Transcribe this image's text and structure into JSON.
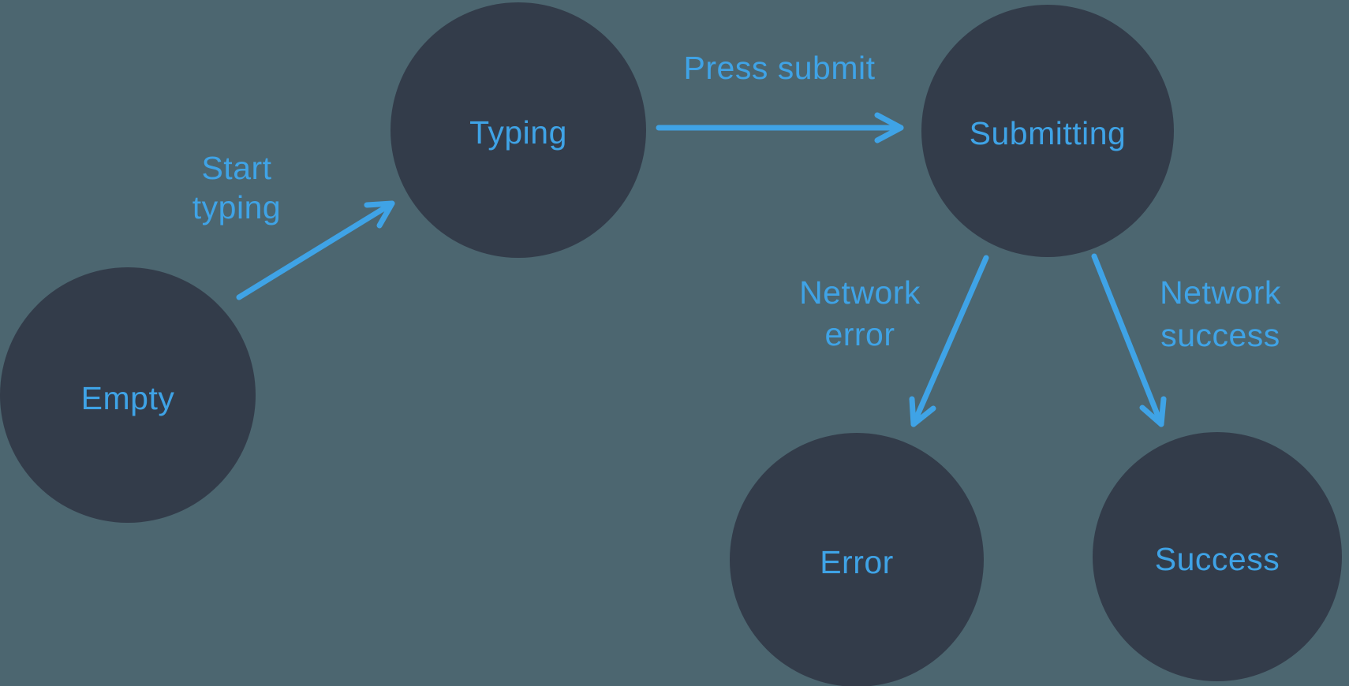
{
  "colors": {
    "background": "#4C6670",
    "node_fill": "#333C4A",
    "accent": "#3FA3E6"
  },
  "diagram_type": "state-machine",
  "nodes": [
    {
      "id": "empty",
      "label": "Empty"
    },
    {
      "id": "typing",
      "label": "Typing"
    },
    {
      "id": "submitting",
      "label": "Submitting"
    },
    {
      "id": "error",
      "label": "Error"
    },
    {
      "id": "success",
      "label": "Success"
    }
  ],
  "edges": [
    {
      "id": "start-typing",
      "from": "empty",
      "to": "typing",
      "label_lines": [
        "Start",
        "typing"
      ]
    },
    {
      "id": "press-submit",
      "from": "typing",
      "to": "submitting",
      "label_lines": [
        "Press submit"
      ]
    },
    {
      "id": "network-error",
      "from": "submitting",
      "to": "error",
      "label_lines": [
        "Network",
        "error"
      ]
    },
    {
      "id": "network-success",
      "from": "submitting",
      "to": "success",
      "label_lines": [
        "Network",
        "success"
      ]
    }
  ]
}
